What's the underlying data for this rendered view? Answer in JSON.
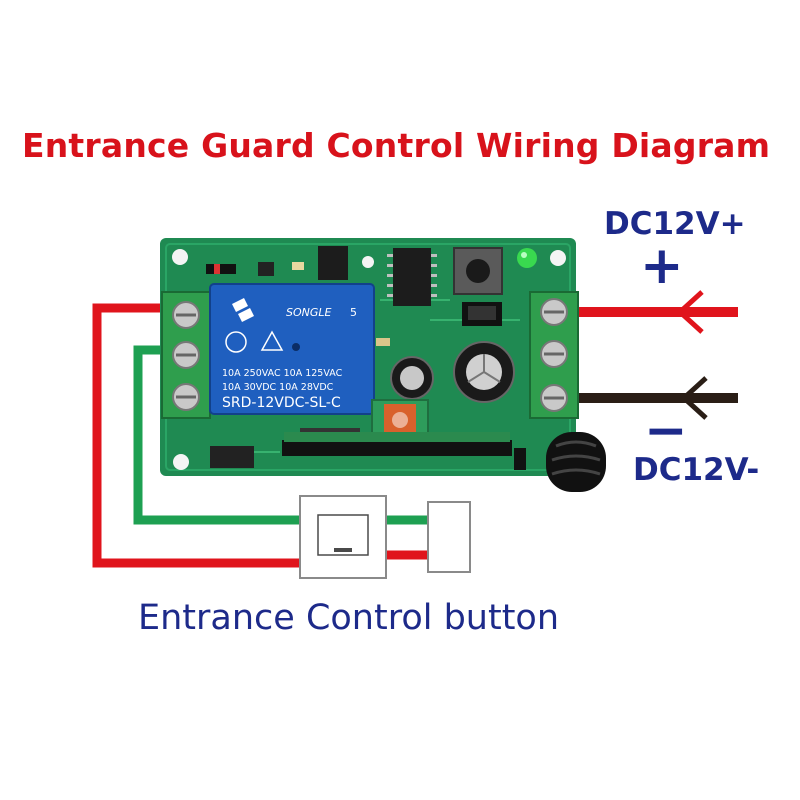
{
  "title": "Entrance Guard Control Wiring Diagram",
  "power": {
    "positive_label": "DC12V+",
    "positive_sign": "+",
    "negative_label": "DC12V-",
    "negative_sign": "−"
  },
  "button_caption": "Entrance Control button",
  "relay": {
    "brand": "SONGLE",
    "line1": "10A 250VAC  10A 125VAC",
    "line2": "10A  30VDC  10A  28VDC",
    "model": "SRD-12VDC-SL-C",
    "pins": "5"
  },
  "colors": {
    "wire_red": "#e0141c",
    "wire_green": "#1ea052",
    "wire_black": "#2a1e16",
    "pcb_green": "#1f8a52",
    "relay_blue": "#1f5fbf",
    "text_blue": "#1d2a8a",
    "title_red": "#d8121b"
  }
}
